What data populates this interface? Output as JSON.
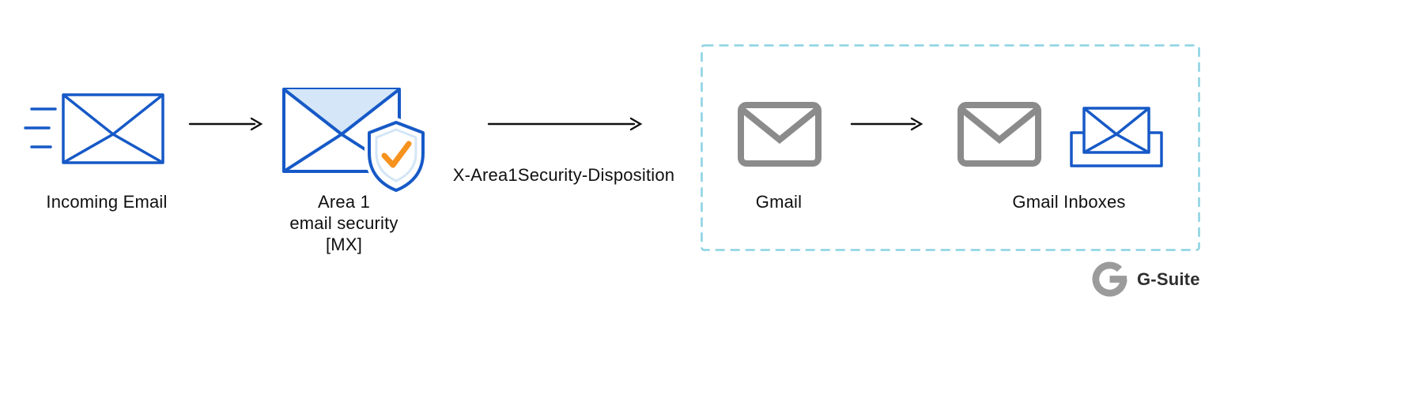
{
  "diagram": {
    "incoming": {
      "label": "Incoming Email"
    },
    "area1": {
      "line1": "Area 1",
      "line2": "email security",
      "line3": "[MX]"
    },
    "disposition": {
      "label": "X-Area1Security-Disposition"
    },
    "gmail": {
      "label": "Gmail"
    },
    "inboxes": {
      "label": "Gmail Inboxes"
    },
    "footer": {
      "brand": "G-Suite"
    },
    "icons": {
      "incoming_email": "envelope-with-speed-lines-icon",
      "area1_security": "envelope-with-shield-check-icon",
      "gmail": "gmail-envelope-icon",
      "gmail_inboxes": "envelope-in-tray-icon",
      "flow_arrow": "right-arrow-icon",
      "brand_logo": "google-g-icon"
    },
    "colors": {
      "envelope_blue": "#1659C7",
      "envelope_light_fill": "#D4E6F7",
      "check_orange": "#F6921E",
      "gmail_gray": "#8B8B8B",
      "boundary_dash": "#8AD2E2",
      "text": "#101010",
      "logo_gray": "#9B9B9B"
    }
  }
}
